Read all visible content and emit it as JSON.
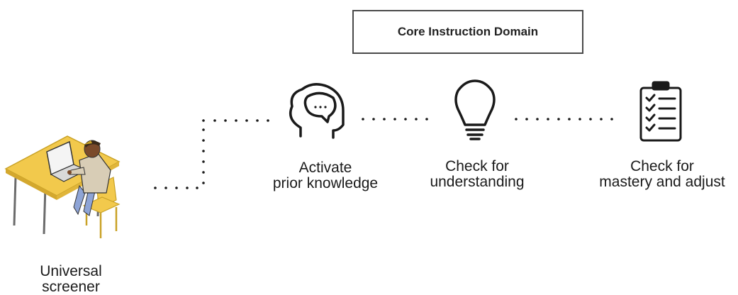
{
  "title": "Core Instruction Domain",
  "nodes": [
    {
      "id": "screener",
      "icon": "student-at-desk-icon",
      "lines": [
        "Universal",
        "screener"
      ]
    },
    {
      "id": "activate",
      "icon": "head-speech-bubble-icon",
      "lines": [
        "Activate",
        "prior knowledge"
      ]
    },
    {
      "id": "check-understanding",
      "icon": "lightbulb-icon",
      "lines": [
        "Check for",
        "understanding"
      ]
    },
    {
      "id": "check-mastery",
      "icon": "clipboard-checklist-icon",
      "lines": [
        "Check for",
        "mastery and adjust"
      ]
    }
  ],
  "colors": {
    "desk": "#f2c94c",
    "desk_edge": "#c9a227",
    "outline": "#1a1a1a",
    "dots": "#1a1a1a",
    "shirt": "#d8cdb6",
    "skin": "#7a4a2a",
    "pants": "#8ea4d6",
    "border": "#4a4a4a"
  }
}
